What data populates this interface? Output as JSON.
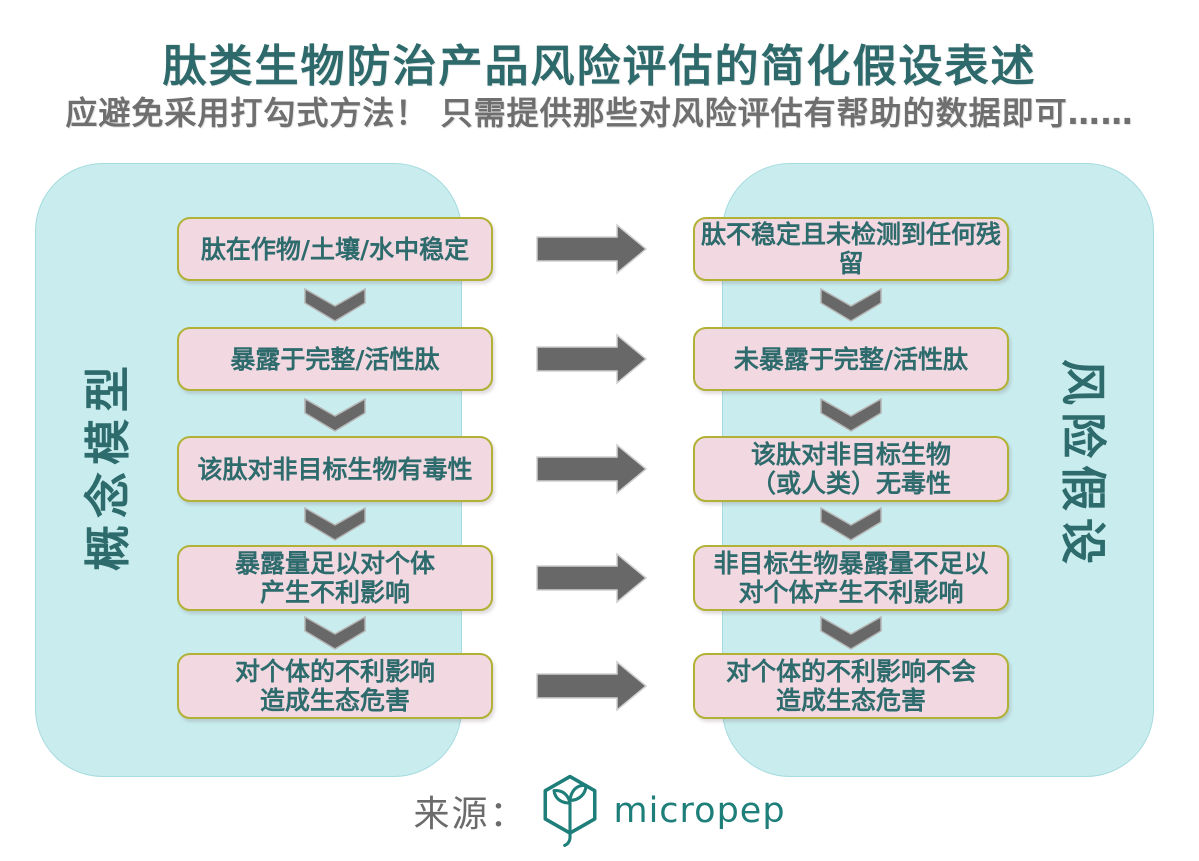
{
  "title": "肽类生物防治产品风险评估的简化假设表述",
  "subtitle": "应避免采用打勾式方法！ 只需提供那些对风险评估有帮助的数据即可……",
  "left_panel": {
    "label": "概念模型",
    "boxes": [
      "肽在作物/土壤/水中稳定",
      "暴露于完整/活性肽",
      "该肽对非目标生物有毒性",
      "暴露量足以对个体\n产生不利影响",
      "对个体的不利影响\n造成生态危害"
    ]
  },
  "right_panel": {
    "label": "风险假设",
    "boxes": [
      "肽不稳定且未检测到任何残留",
      "未暴露于完整/活性肽",
      "该肽对非目标生物\n（或人类）无毒性",
      "非目标生物暴露量不足以\n对个体产生不利影响",
      "对个体的不利影响不会\n造成生态危害"
    ]
  },
  "footer": {
    "source_label": "来源：",
    "brand": "micropep"
  },
  "colors": {
    "title_teal": "#2e6a6b",
    "panel_bg": "#c9edee",
    "box_fill": "#f2d9e1",
    "box_border": "#b1b135",
    "box_text": "#2e6b6d",
    "arrow_gray": "#686868",
    "subtitle_gray": "#6f6f6f",
    "brand_teal": "#1e7e79"
  }
}
